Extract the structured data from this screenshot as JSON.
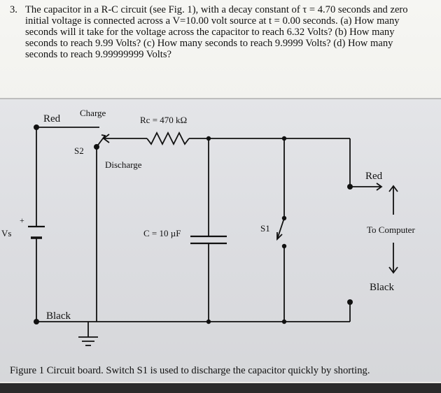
{
  "problem": {
    "number": "3.",
    "lines": [
      "The capacitor in a R-C circuit (see Fig. 1), with a decay constant of τ = 4.70 seconds and zero",
      "initial voltage is connected across a V=10.00 volt source at t = 0.00 seconds. (a) How many",
      "seconds will it take for the voltage across the capacitor to reach 6.32 Volts? (b) How many",
      "seconds to reach 9.99 Volts? (c) How many seconds to reach 9.9999 Volts? (d) How many",
      "seconds to reach 9.99999999 Volts?"
    ]
  },
  "figure": {
    "labels": {
      "red_left": "Red",
      "charge": "Charge",
      "resistor": "Rc = 470 kΩ",
      "s2": "S2",
      "discharge": "Discharge",
      "capacitor": "C = 10 µF",
      "s1": "S1",
      "red_right": "Red",
      "to_computer": "To Computer",
      "black_right": "Black",
      "black_left": "Black",
      "vs": "Vs",
      "plus": "+"
    },
    "caption": "Figure 1 Circuit board. Switch S1 is used to discharge the capacitor quickly by shorting."
  }
}
